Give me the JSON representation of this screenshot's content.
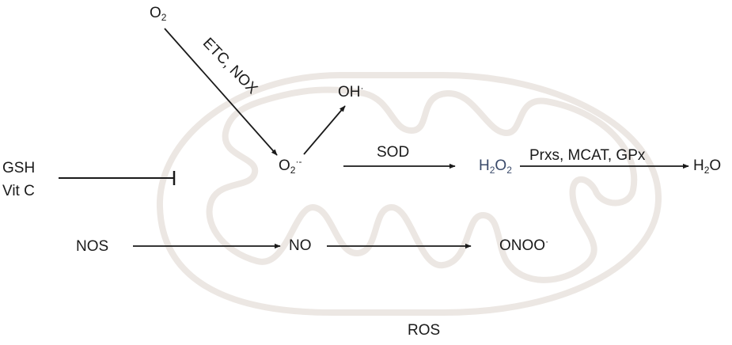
{
  "molecules": {
    "o2_source": {
      "base": "O",
      "sub": "2"
    },
    "superoxide": {
      "base": "O",
      "sub": "2",
      "sup": "·-"
    },
    "hydroxyl": {
      "base": "OH",
      "sup": "·"
    },
    "peroxide": {
      "base": "H",
      "sub1": "2",
      "mid": "O",
      "sub2": "2"
    },
    "water": {
      "base": "H",
      "sub": "2",
      "tail": "O"
    },
    "nitric_oxide": {
      "base": "NO"
    },
    "peroxynitrite": {
      "base": "ONOO",
      "sup": "·"
    }
  },
  "labels": {
    "etc_nox": "ETC, NOX",
    "sod": "SOD",
    "peroxide_enzymes": "Prxs, MCAT, GPx",
    "gsh": "GSH",
    "vit_c": "Vit C",
    "nos": "NOS",
    "ros": "ROS"
  },
  "colors": {
    "mitochondrion_outline": "#ece7e3",
    "arrow": "#1a1a1a"
  }
}
